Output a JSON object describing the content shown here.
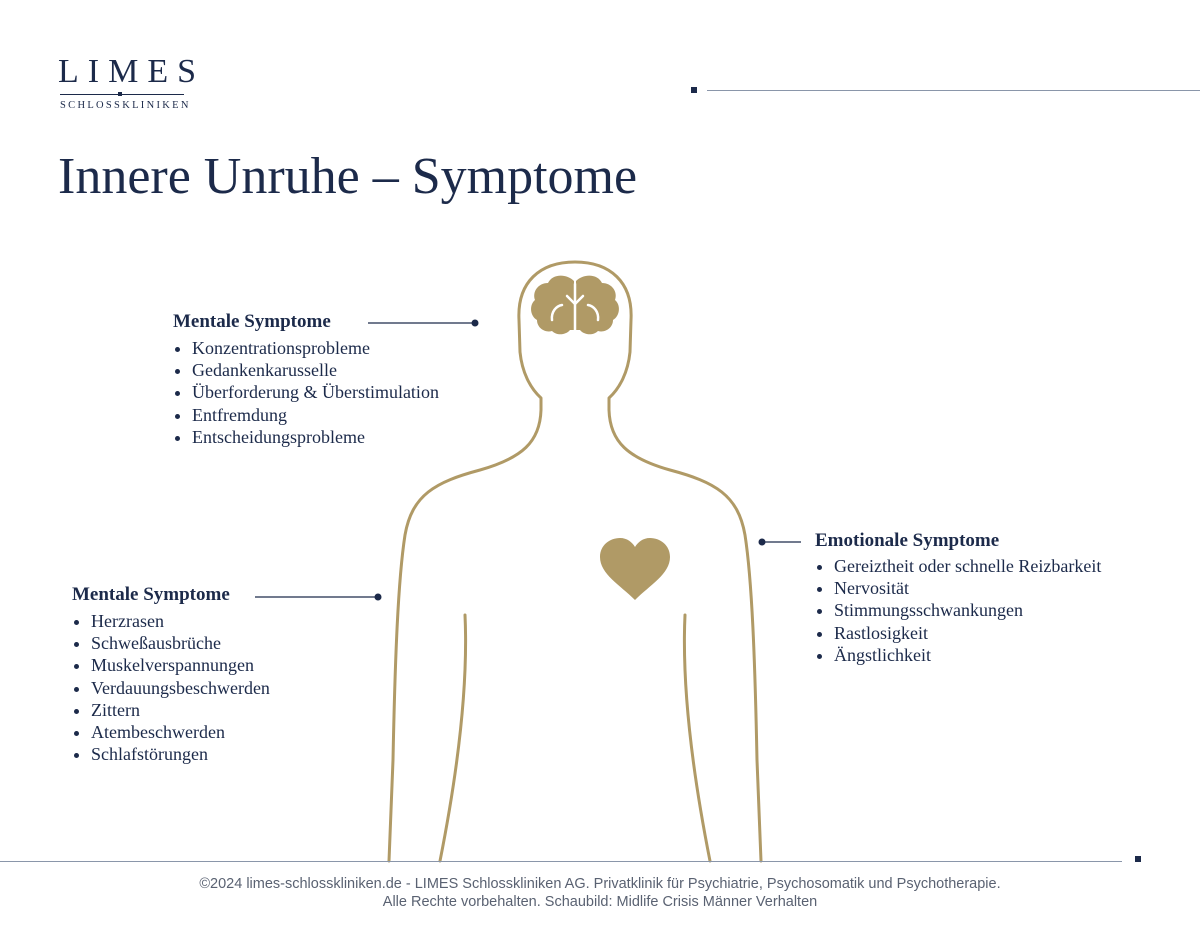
{
  "logo": {
    "name": "LIMES",
    "subtitle": "SCHLOSSKLINIKEN"
  },
  "title": "Innere Unruhe – Symptome",
  "colors": {
    "navy": "#1c2a4a",
    "gold": "#b09a66",
    "rule": "#8a96aa",
    "footer_text": "#5a6272"
  },
  "groups": {
    "mental_top": {
      "heading": "Mentale Symptome",
      "items": [
        "Konzentrationsprobleme",
        "Gedankenkarusselle",
        "Überforderung & Überstimulation",
        "Entfremdung",
        "Entscheidungsprobleme"
      ]
    },
    "mental_bottom": {
      "heading": "Mentale Symptome",
      "items": [
        "Herzrasen",
        "Schweßausbrüche",
        "Muskelverspannungen",
        "Verdauungsbeschwerden",
        "Zittern",
        "Atembeschwerden",
        "Schlafstörungen"
      ]
    },
    "emotional": {
      "heading": "Emotionale Symptome",
      "items": [
        "Gereiztheit oder schnelle Reizbarkeit",
        "Nervosität",
        "Stimmungsschwankungen",
        "Rastlosigkeit",
        "Ängstlichkeit"
      ]
    }
  },
  "icons": [
    "brain-icon",
    "heart-icon"
  ],
  "footer": {
    "line1": "©2024 limes-schlosskliniken.de - LIMES Schlosskliniken AG. Privatklinik für Psychiatrie, Psychosomatik und Psychotherapie.",
    "line2": "Alle Rechte vorbehalten. Schaubild: Midlife Crisis Männer Verhalten"
  }
}
